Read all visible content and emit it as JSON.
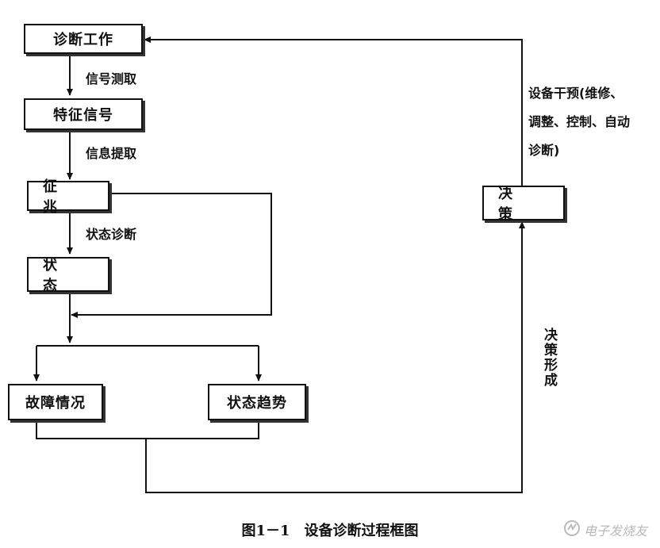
{
  "nodes": {
    "diagnose_work": "诊断工作",
    "feature_signal": "特征信号",
    "symptom": "征 兆",
    "state": "状 态",
    "fault": "故障情况",
    "trend": "状态趋势",
    "decision": "决 策"
  },
  "edges": {
    "signal_measure": "信号测取",
    "info_extract": "信息提取",
    "state_diagnose": "状态诊断",
    "decision_form": "决策形成",
    "intervention_line1": "设备干预(维修、",
    "intervention_line2": "调整、控制、自动",
    "intervention_line3": "诊断)"
  },
  "caption": "图1－1　设备诊断过程框图",
  "watermark": "电子发烧友"
}
